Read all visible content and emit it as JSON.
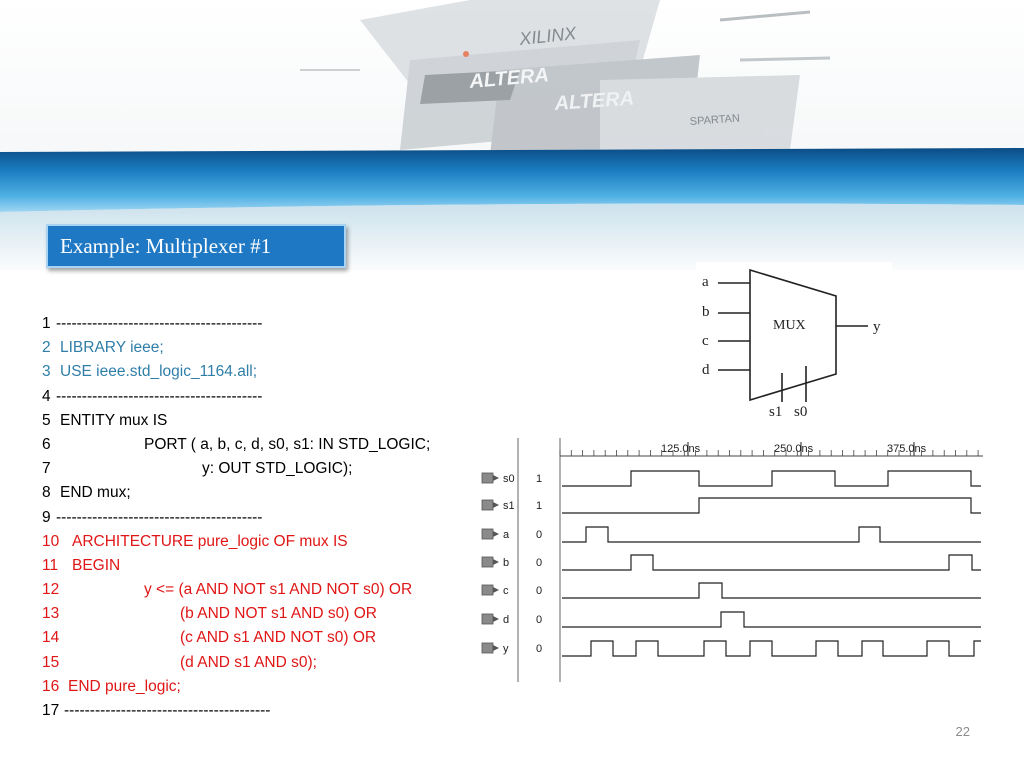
{
  "banner": {
    "logo_texts": [
      "XILINX",
      "ALTERA",
      "ALTERA",
      "SPARTAN"
    ]
  },
  "slide": {
    "title": "Example: Multiplexer #1",
    "page_number": "22"
  },
  "code": {
    "lines": [
      {
        "num": "1",
        "indent": "",
        "text": "----------------------------------------",
        "color": "#000000"
      },
      {
        "num": "2",
        "indent": "",
        "text": "LIBRARY ieee;",
        "color": "#2f7ea8"
      },
      {
        "num": "3",
        "indent": "",
        "text": "USE ieee.std_logic_1164.all;",
        "color": "#2f7ea8"
      },
      {
        "num": "4",
        "indent": "",
        "text": "----------------------------------------",
        "color": "#000000"
      },
      {
        "num": "5",
        "indent": "",
        "text": "ENTITY mux IS",
        "color": "#000000"
      },
      {
        "num": "6",
        "indent": "",
        "text": "PORT ( a, b, c, d, s0, s1: IN STD_LOGIC;",
        "color": "#000000"
      },
      {
        "num": "7",
        "indent": "",
        "text": "y: OUT STD_LOGIC);",
        "color": "#000000"
      },
      {
        "num": "8",
        "indent": "",
        "text": "END mux;",
        "color": "#000000"
      },
      {
        "num": "9",
        "indent": "",
        "text": "----------------------------------------",
        "color": "#000000"
      },
      {
        "num": "10",
        "indent": "",
        "text": "ARCHITECTURE pure_logic OF mux IS",
        "color": "#e01616"
      },
      {
        "num": "11",
        "indent": "",
        "text": "BEGIN",
        "color": "#e01616"
      },
      {
        "num": "12",
        "indent": "",
        "text": "y <= (a AND NOT s1 AND NOT s0) OR",
        "color": "#e01616"
      },
      {
        "num": "13",
        "indent": "",
        "text": "(b AND NOT s1 AND s0) OR",
        "color": "#e01616"
      },
      {
        "num": "14",
        "indent": "",
        "text": "(c AND s1 AND NOT s0) OR",
        "color": "#e01616"
      },
      {
        "num": "15",
        "indent": "",
        "text": "(d AND s1 AND s0);",
        "color": "#e01616"
      },
      {
        "num": "16",
        "indent": "",
        "text": "END pure_logic;",
        "color": "#e01616"
      },
      {
        "num": "17",
        "indent": "",
        "text": "----------------------------------------",
        "color": "#000000"
      }
    ]
  },
  "mux_diagram": {
    "block_label": "MUX",
    "inputs": [
      "a",
      "b",
      "c",
      "d"
    ],
    "output": "y",
    "selects": [
      "s1",
      "s0"
    ]
  },
  "waveform": {
    "time_labels": [
      "125.0ns",
      "250.0ns",
      "375.0ns"
    ],
    "signals": [
      {
        "name": "s0",
        "value": "1"
      },
      {
        "name": "s1",
        "value": "1"
      },
      {
        "name": "a",
        "value": "0"
      },
      {
        "name": "b",
        "value": "0"
      },
      {
        "name": "c",
        "value": "0"
      },
      {
        "name": "d",
        "value": "0"
      },
      {
        "name": "y",
        "value": "0"
      }
    ]
  }
}
